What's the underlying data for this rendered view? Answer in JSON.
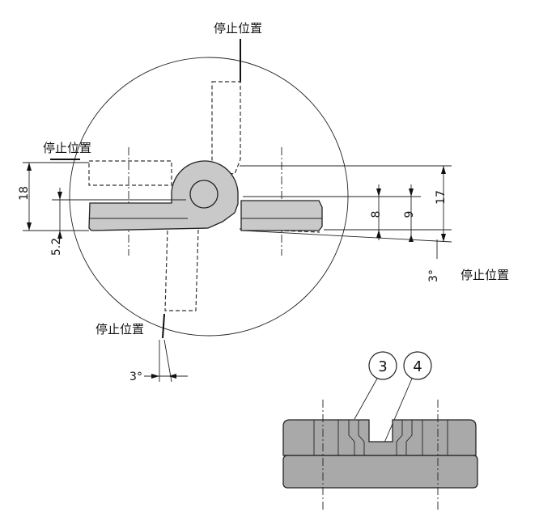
{
  "labels": {
    "stop_top": "停止位置",
    "stop_left": "停止位置",
    "stop_right": "停止位置",
    "stop_bottom": "停止位置"
  },
  "dimensions": {
    "d18": "18",
    "d5_2": "5.2",
    "d8": "8",
    "d9": "9",
    "d17": "17",
    "angle_right": "3°",
    "angle_bottom": "3°"
  },
  "callouts": {
    "c3": "3",
    "c4": "4"
  }
}
